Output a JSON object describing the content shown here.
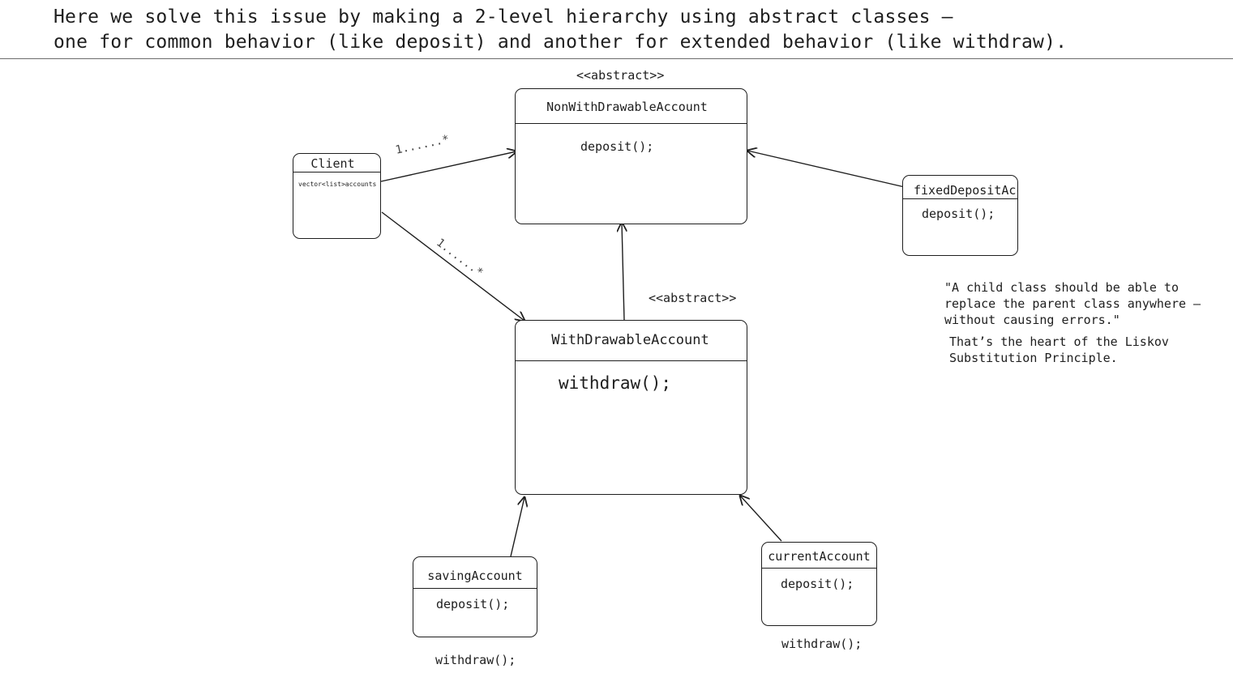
{
  "heading": {
    "line1": "Here we solve this issue by making a 2-level hierarchy using abstract classes –",
    "line2": "one for common behavior (like deposit) and another for extended behavior (like withdraw)."
  },
  "classes": {
    "nonwithdrawable": {
      "stereotype": "<<abstract>>",
      "name": "NonWithDrawableAccount",
      "method": "deposit();"
    },
    "withdrawable": {
      "stereotype": "<<abstract>>",
      "name": "WithDrawableAccount",
      "method": "withdraw();"
    },
    "client": {
      "name": "Client",
      "attribute": "vector<list>accounts"
    },
    "fixed_deposit": {
      "name": "fixedDepositAcc",
      "method": "deposit();"
    },
    "saving": {
      "name": "savingAccount",
      "method": "deposit();",
      "extra_method": "withdraw();"
    },
    "current": {
      "name": "currentAccount",
      "method": "deposit();",
      "extra_method": "withdraw();"
    }
  },
  "multiplicities": {
    "client_to_nonwithdrawable": "1......*",
    "client_to_withdrawable": "1......*"
  },
  "note": {
    "quote": "\"A child class should be able to replace the parent class anywhere – without causing errors.\"",
    "summary": "That’s the heart of the Liskov Substitution Principle."
  }
}
